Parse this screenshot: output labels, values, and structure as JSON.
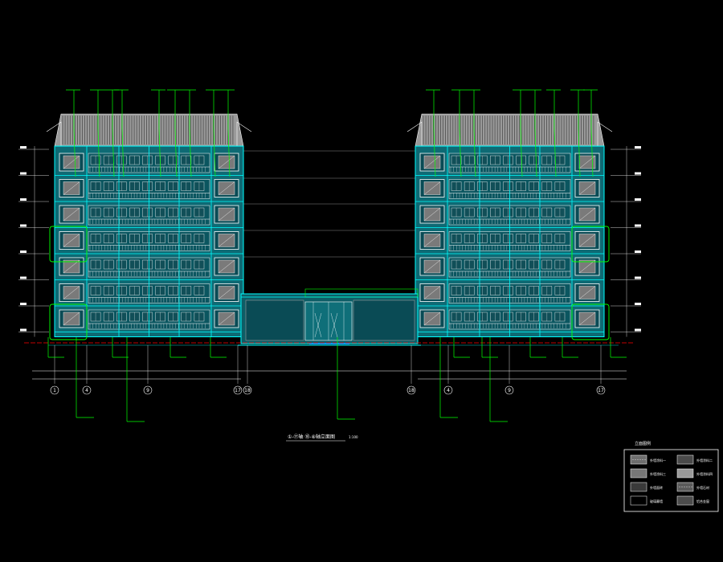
{
  "colors": {
    "background": "#000000",
    "facade": "#0e6a74",
    "facade_dark": "#0a4b55",
    "window_frame": "#ffffff",
    "cyan_line": "#00ffff",
    "leader_green": "#00ff00",
    "ground_red": "#ff0000",
    "roof": "#9a9a9a"
  },
  "drawing": {
    "title": "①-⑰轴  ⑱-⑧轴立面图",
    "scale": "1:100"
  },
  "grid_axes": {
    "left_building": [
      "1",
      "4",
      "9",
      "17",
      "18"
    ],
    "right_building": [
      "18",
      "4",
      "9",
      "17"
    ]
  },
  "legend": {
    "title": "立面图例",
    "items": [
      {
        "label": "外墙涂料一",
        "swatch": "#6e6e6e",
        "pattern": "dots"
      },
      {
        "label": "外墙涂料二",
        "swatch": "#4a4a4a",
        "pattern": "solid"
      },
      {
        "label": "外墙涂料三",
        "swatch": "#777777",
        "pattern": "solid"
      },
      {
        "label": "外墙涂料四",
        "swatch": "#999999",
        "pattern": "solid"
      },
      {
        "label": "外墙面砖",
        "swatch": "#3a3a3a",
        "pattern": "solid"
      },
      {
        "label": "外墙石材",
        "swatch": "#5a5a5a",
        "pattern": "dots"
      },
      {
        "label": "玻璃幕墙",
        "swatch": "#000000",
        "pattern": "outline"
      },
      {
        "label": "铝合金窗",
        "swatch": "#4c4c4c",
        "pattern": "solid"
      }
    ]
  }
}
